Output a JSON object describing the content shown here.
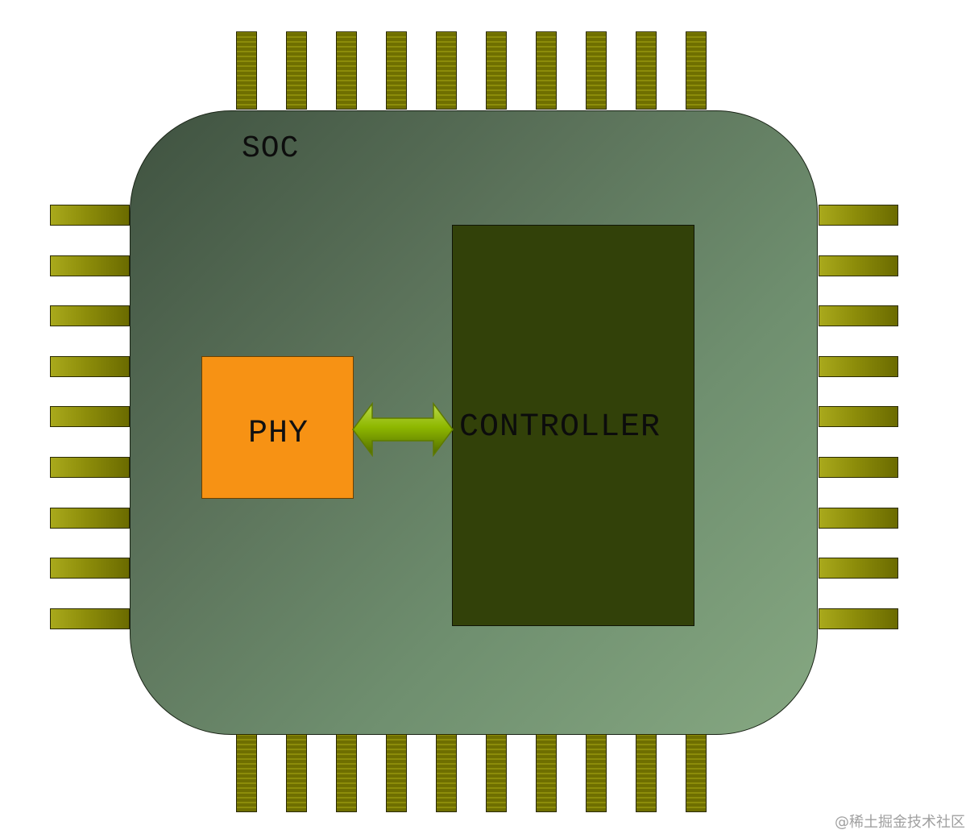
{
  "diagram": {
    "soc_label": "SOC",
    "phy_label": "PHY",
    "controller_label": "CONTROLLER",
    "watermark": "@稀土掘金技术社区",
    "colors": {
      "chip_body_start": "#3f5240",
      "chip_body_end": "#86a882",
      "pin": "#8d8d0a",
      "phy_block": "#f79214",
      "controller_block": "#324109",
      "arrow": "#8fb800"
    },
    "pins": {
      "top_count": 10,
      "bottom_count": 10,
      "left_count": 9,
      "right_count": 9
    },
    "arrow": {
      "type": "double-headed",
      "connects": [
        "PHY",
        "CONTROLLER"
      ]
    }
  }
}
